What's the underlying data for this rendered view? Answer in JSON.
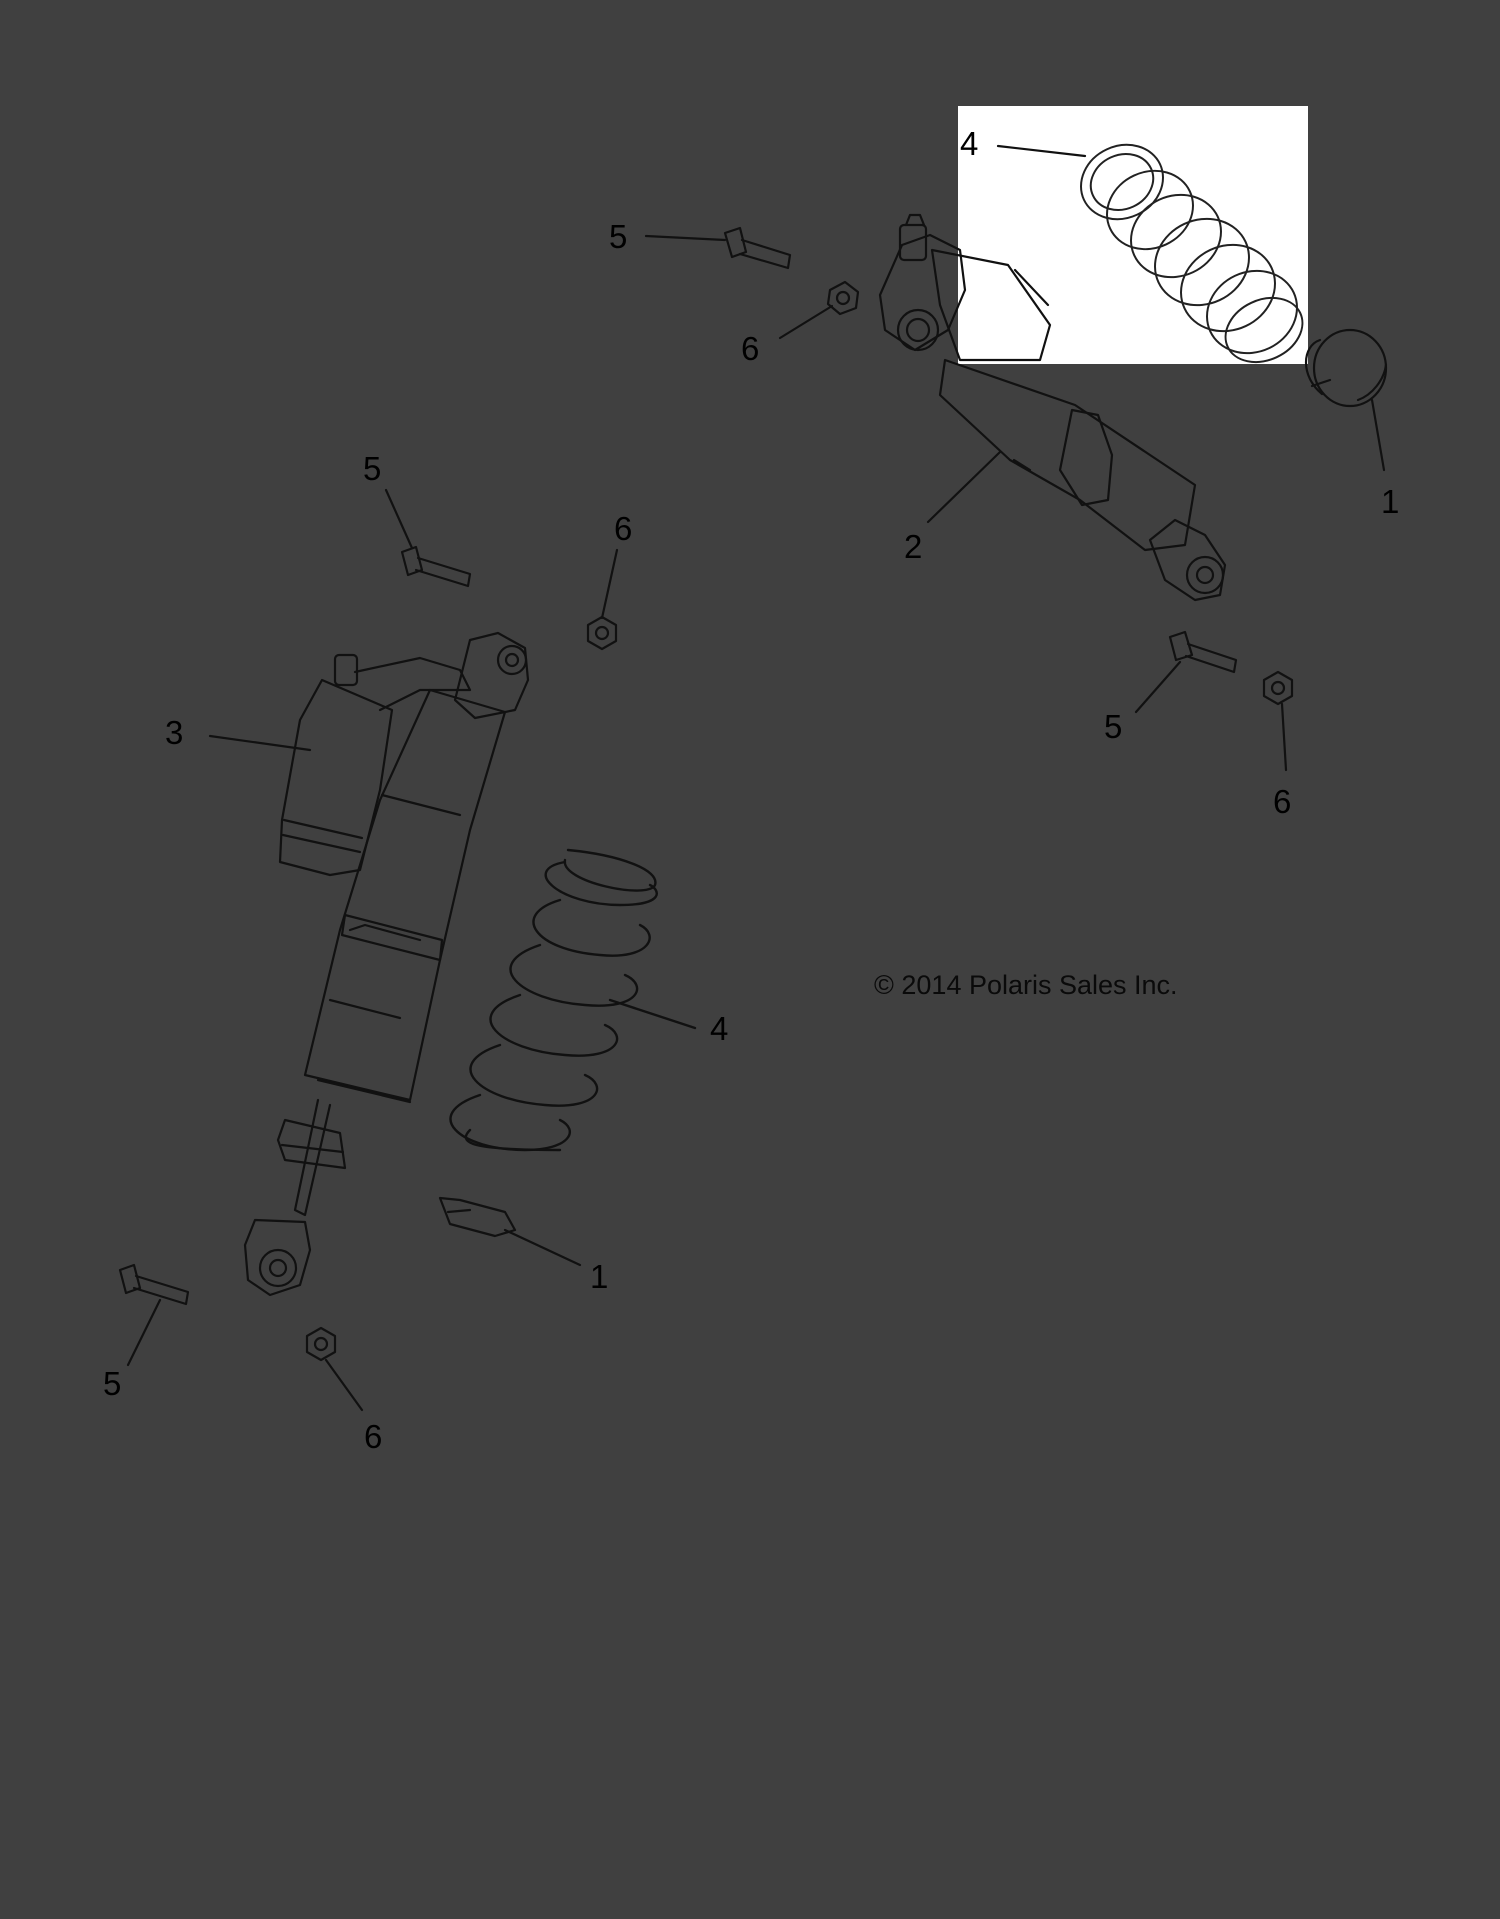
{
  "diagram": {
    "copyright": "© 2014 Polaris Sales Inc.",
    "callouts": [
      {
        "id": "c-inset-4",
        "text": "4"
      },
      {
        "id": "c-top-5",
        "text": "5"
      },
      {
        "id": "c-top-6",
        "text": "6"
      },
      {
        "id": "c-right-1",
        "text": "1"
      },
      {
        "id": "c-right-2",
        "text": "2"
      },
      {
        "id": "c-right-5",
        "text": "5"
      },
      {
        "id": "c-right-6",
        "text": "6"
      },
      {
        "id": "c-left-5",
        "text": "5"
      },
      {
        "id": "c-left-6",
        "text": "6"
      },
      {
        "id": "c-left-3",
        "text": "3"
      },
      {
        "id": "c-left-4",
        "text": "4"
      },
      {
        "id": "c-left-1",
        "text": "1"
      },
      {
        "id": "c-bottom-5",
        "text": "5"
      },
      {
        "id": "c-bottom-6",
        "text": "6"
      }
    ],
    "colors": {
      "background": "#404040",
      "line": "#111111",
      "inset_background": "#ffffff",
      "label": "#000000"
    }
  }
}
